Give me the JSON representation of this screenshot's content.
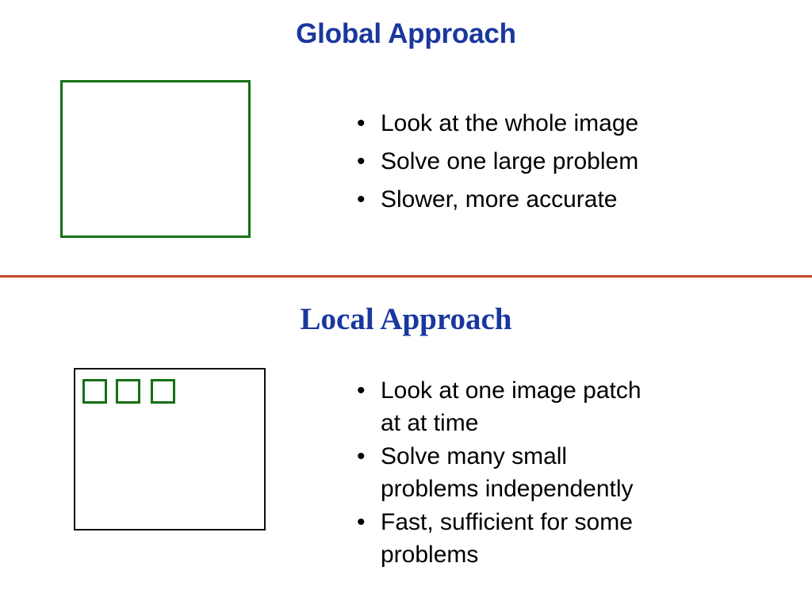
{
  "slide": {
    "background_color": "#ffffff",
    "accent_title_color": "#1a379e",
    "divider_color": "#c34a27",
    "box_green_color": "#157015",
    "box_black_color": "#101010"
  },
  "sections": {
    "global": {
      "title": "Global Approach",
      "figure_caption": "",
      "bullets": [
        "Look at the whole image",
        "Solve one large problem",
        "Slower, more accurate"
      ],
      "bullet_marker": "•"
    },
    "local": {
      "title": "Local Approach",
      "figure_caption": "",
      "bullets": [
        [
          "Look at one image patch",
          "at at time"
        ],
        [
          "Solve many small",
          "problems independently"
        ],
        [
          "Fast, sufficient for some",
          "problems"
        ]
      ],
      "bullet_marker": "•",
      "patch_count": 3
    }
  }
}
